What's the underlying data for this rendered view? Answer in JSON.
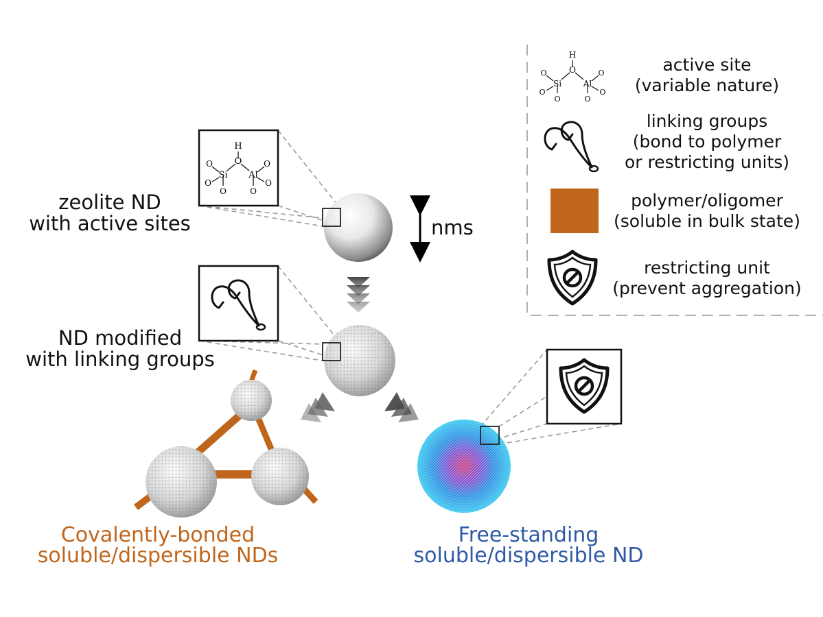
{
  "labels": {
    "zeolite_nd": [
      "zeolite ND",
      "with active sites"
    ],
    "nd_modified": [
      "ND modified",
      "with linking groups"
    ],
    "size": "nms"
  },
  "titles": {
    "covalent": [
      "Covalently-bonded",
      "soluble/dispersible NDs"
    ],
    "free": [
      "Free-standing",
      "soluble/dispersible ND"
    ]
  },
  "legend": [
    {
      "icon": "active-site",
      "text": [
        "active site",
        "(variable nature)"
      ]
    },
    {
      "icon": "linking-group",
      "text": [
        "linking groups",
        "(bond to polymer",
        "or restricting units)"
      ]
    },
    {
      "icon": "polymer",
      "text": [
        "polymer/oligomer",
        "(soluble in bulk state)"
      ]
    },
    {
      "icon": "restricting-unit",
      "text": [
        "restricting unit",
        "(prevent aggregation)"
      ]
    }
  ],
  "chem": {
    "h": "H",
    "o": "O",
    "si": "Si",
    "al": "Al"
  },
  "colors": {
    "polymer": "#c0661c",
    "covalent_title": "#c0661c",
    "free_title": "#2f5aa8",
    "dash": "#9a9a9a"
  }
}
